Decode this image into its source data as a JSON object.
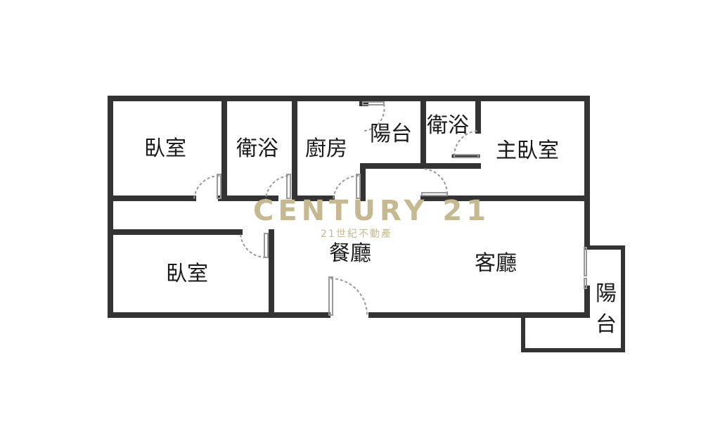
{
  "floorplan": {
    "rooms": [
      {
        "id": "bedroom-1",
        "label": "臥室"
      },
      {
        "id": "bathroom-1",
        "label": "衛浴"
      },
      {
        "id": "kitchen",
        "label": "廚房"
      },
      {
        "id": "balcony-1",
        "label": "陽台"
      },
      {
        "id": "bathroom-2",
        "label": "衛浴"
      },
      {
        "id": "master-bedroom",
        "label": "主臥室"
      },
      {
        "id": "bedroom-2",
        "label": "臥室"
      },
      {
        "id": "dining-room",
        "label": "餐廳"
      },
      {
        "id": "living-room",
        "label": "客廳"
      },
      {
        "id": "balcony-2",
        "label_top": "陽",
        "label_bottom": "台"
      }
    ]
  },
  "watermark": {
    "brand": "CENTURY 21",
    "subtitle": "21世紀不動產",
    "color": "#c6b991"
  },
  "colors": {
    "wall": "#333333",
    "door": "#999999"
  }
}
